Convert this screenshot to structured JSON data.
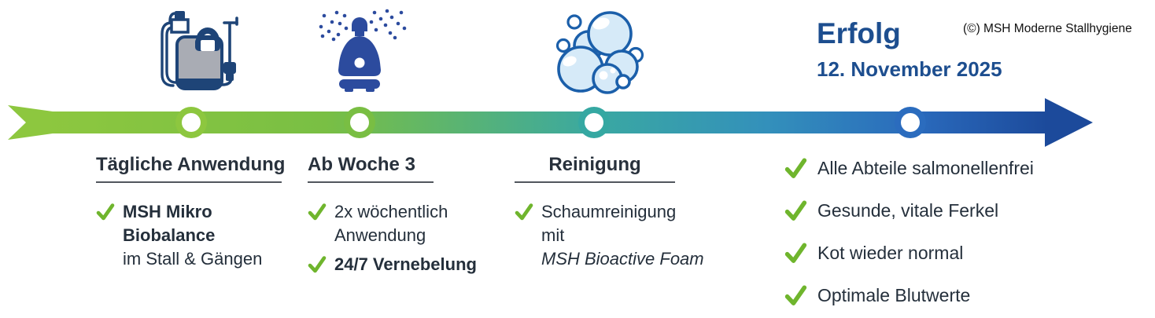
{
  "copyright": "(©) MSH Moderne Stallhygiene",
  "milestones": [
    {
      "heading": "Tägliche Anwendung",
      "icon": "backpack-sprayer-icon",
      "items": [
        {
          "lines": [
            "MSH Mikro",
            "Biobalance",
            "im Stall & Gängen"
          ]
        }
      ]
    },
    {
      "heading": "Ab Woche 3",
      "icon": "fogger-icon",
      "items": [
        {
          "lines": [
            "2x wöchentlich",
            "Anwendung"
          ]
        },
        {
          "lines": [
            "24/7 Vernebelung"
          ]
        }
      ]
    },
    {
      "heading": "Reinigung",
      "icon": "foam-bubbles-icon",
      "items": [
        {
          "lines": [
            "Schaumreinigung",
            "mit",
            "MSH Bioactive Foam"
          ]
        }
      ]
    }
  ],
  "success": {
    "title": "Erfolg",
    "date": "12. November 2025",
    "results": [
      "Alle Abteile salmonellenfrei",
      "Gesunde, vitale Ferkel",
      "Kot wieder normal",
      "Optimale Blutwerte"
    ]
  },
  "colors": {
    "timeline_green": "#8DC73F",
    "timeline_teal": "#3AA8A2",
    "timeline_blue": "#1C4A9B",
    "node2_green": "#79BE43",
    "node4_blue": "#2B6CBE",
    "check_green": "#6FB52D",
    "heading_blue": "#1D4E8F",
    "text_dark": "#28313C",
    "icon_navy": "#1E4477",
    "icon_royal": "#2C4B9E",
    "bubble_light": "#D6EAF8",
    "bubble_outline": "#1B5FAA",
    "tank_gray": "#A9ACB4"
  }
}
